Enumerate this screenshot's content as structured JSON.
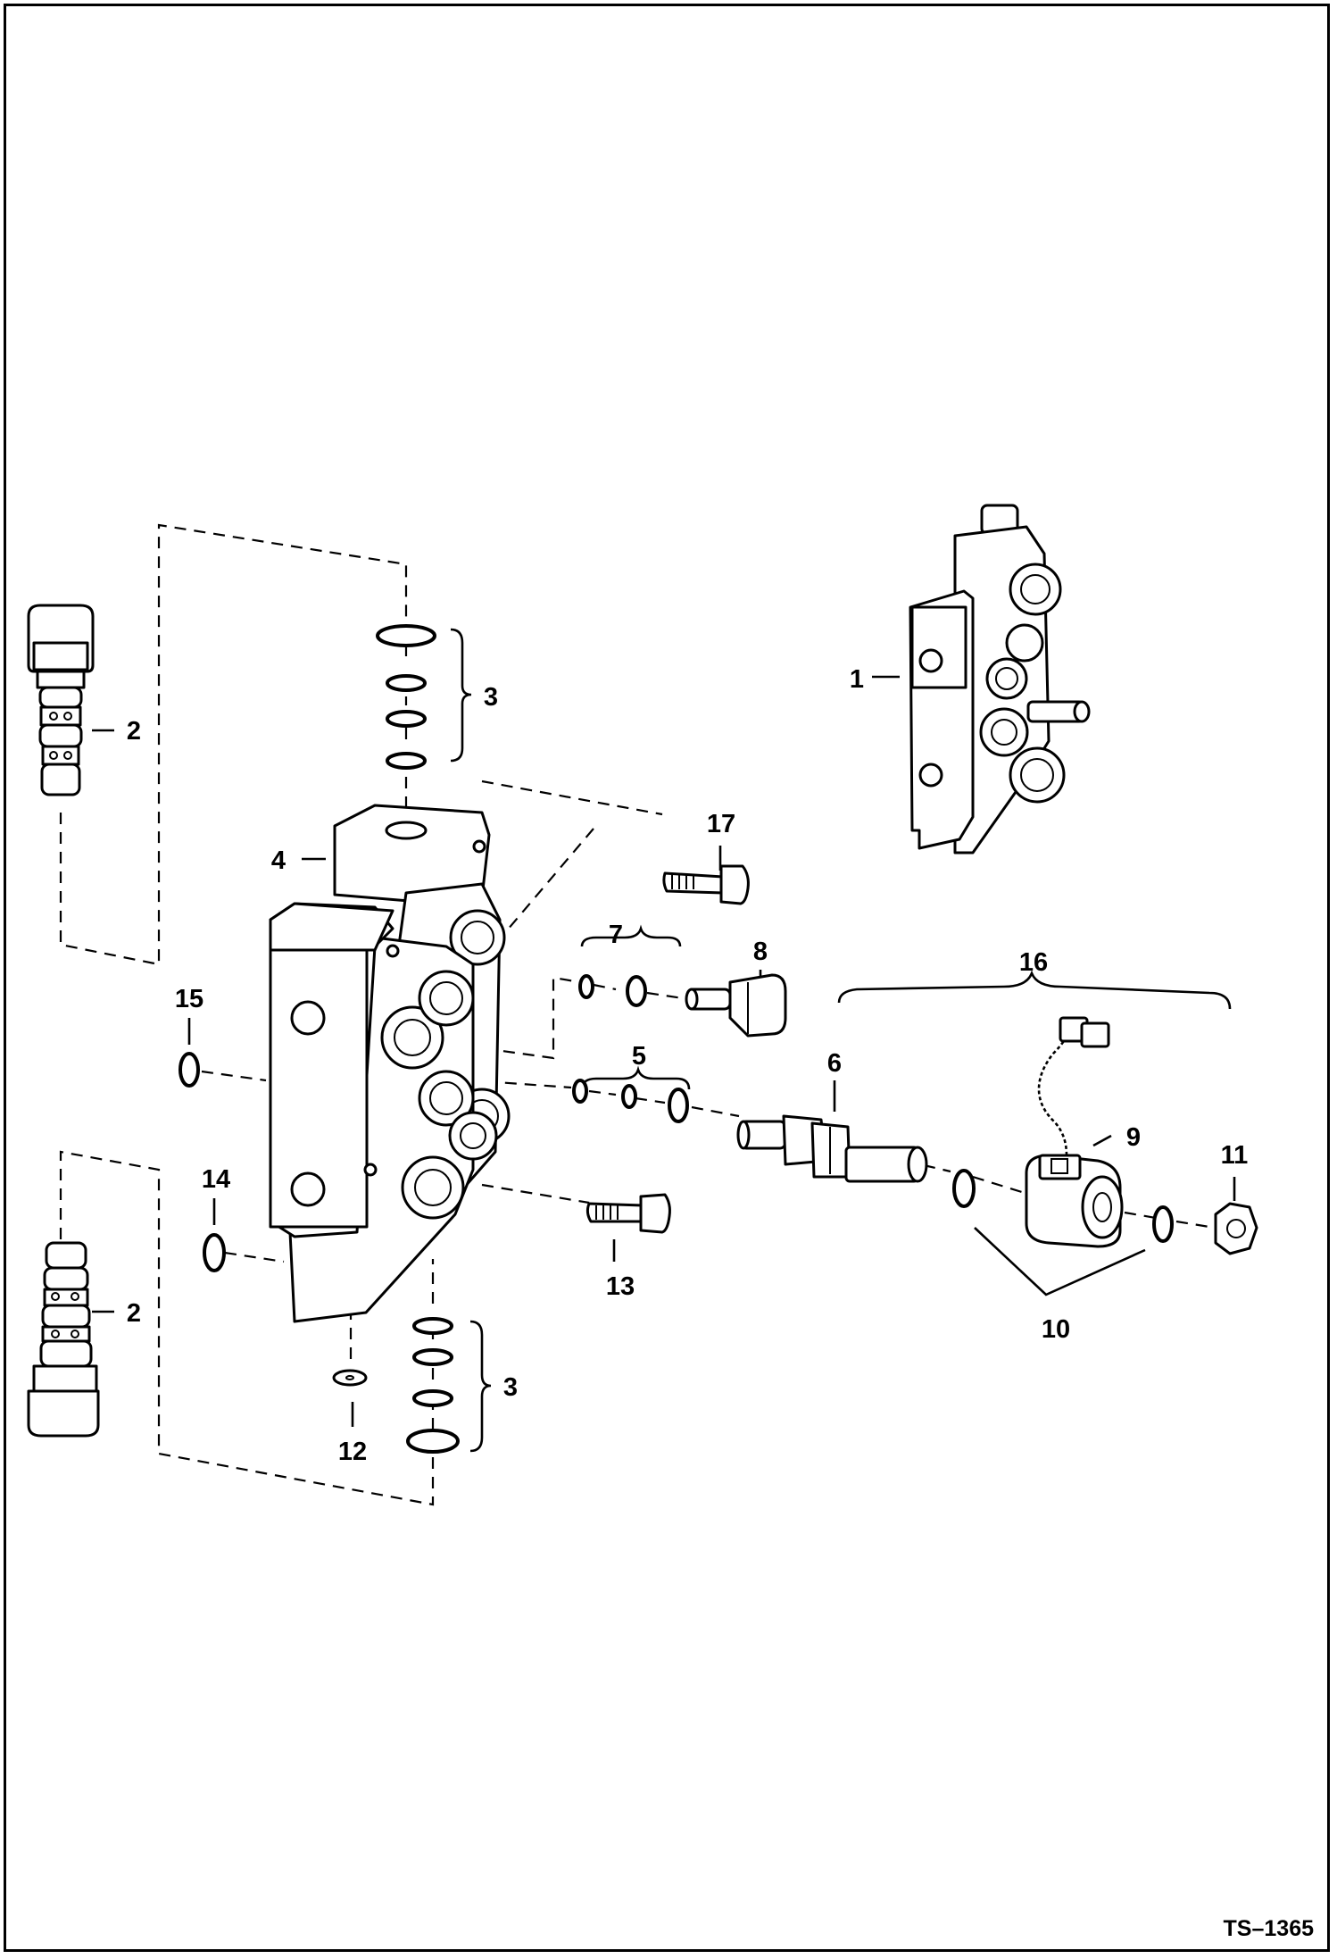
{
  "figure_id": "TS–1365",
  "callouts": [
    {
      "id": "c1",
      "text": "1"
    },
    {
      "id": "c2a",
      "text": "2"
    },
    {
      "id": "c2b",
      "text": "2"
    },
    {
      "id": "c3a",
      "text": "3"
    },
    {
      "id": "c3b",
      "text": "3"
    },
    {
      "id": "c4",
      "text": "4"
    },
    {
      "id": "c5",
      "text": "5"
    },
    {
      "id": "c6",
      "text": "6"
    },
    {
      "id": "c7",
      "text": "7"
    },
    {
      "id": "c8",
      "text": "8"
    },
    {
      "id": "c9",
      "text": "9"
    },
    {
      "id": "c10",
      "text": "10"
    },
    {
      "id": "c11",
      "text": "11"
    },
    {
      "id": "c12",
      "text": "12"
    },
    {
      "id": "c13",
      "text": "13"
    },
    {
      "id": "c14",
      "text": "14"
    },
    {
      "id": "c15",
      "text": "15"
    },
    {
      "id": "c16",
      "text": "16"
    },
    {
      "id": "c17",
      "text": "17"
    }
  ]
}
